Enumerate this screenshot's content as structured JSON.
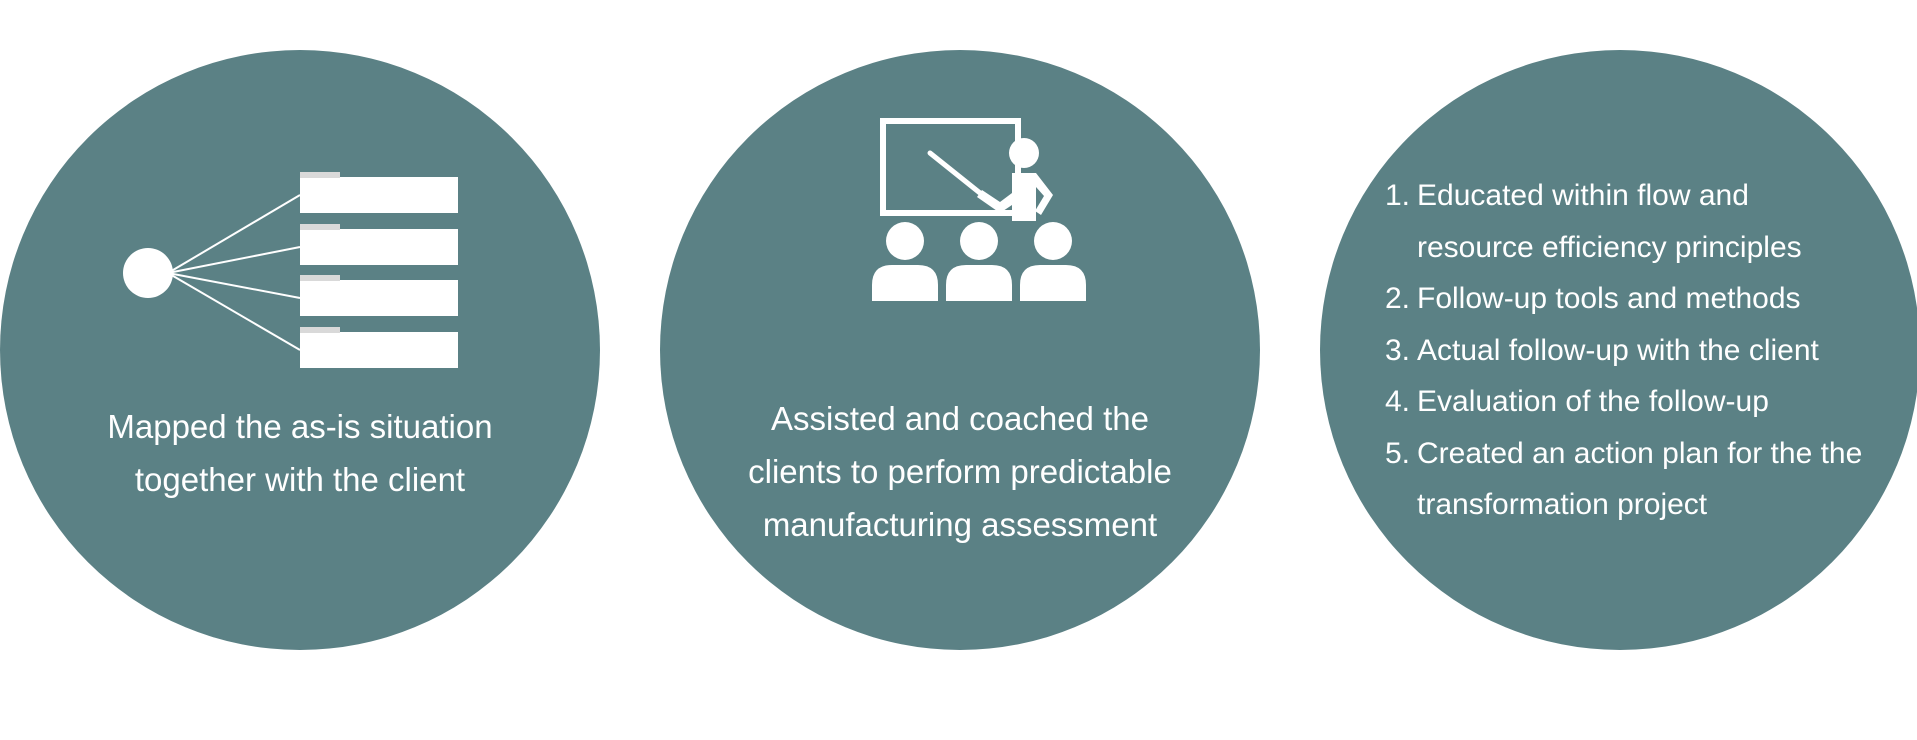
{
  "palette": {
    "circle_fill": "#5b8185",
    "foreground": "#ffffff",
    "tab_accent": "#d9d9d9"
  },
  "panels": [
    {
      "icon": "hierarchy-icon",
      "caption_lines": [
        "Mapped the as-is situation",
        "together with the client"
      ]
    },
    {
      "icon": "classroom-presentation-icon",
      "caption_lines": [
        "Assisted and coached the",
        "clients to perform predictable",
        "manufacturing assessment"
      ]
    },
    {
      "steps": [
        {
          "num": "1.",
          "text": "Educated within flow and resource efficiency principles"
        },
        {
          "num": "2.",
          "text": "Follow-up tools and methods"
        },
        {
          "num": "3.",
          "text": "Actual follow-up with the client"
        },
        {
          "num": "4.",
          "text": "Evaluation of the follow-up"
        },
        {
          "num": "5.",
          "text": "Created an action plan for the the transformation project"
        }
      ]
    }
  ]
}
